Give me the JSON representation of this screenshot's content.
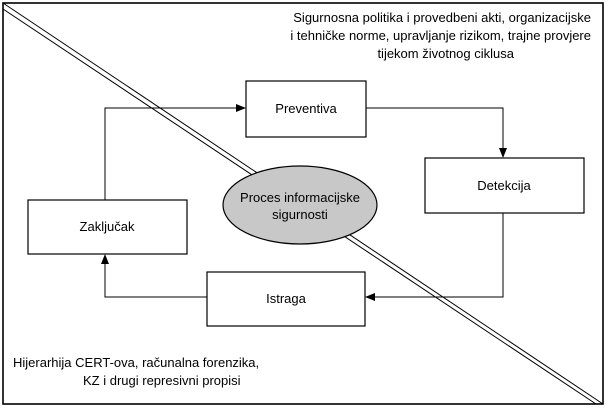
{
  "diagram": {
    "colors": {
      "line": "#000000",
      "background": "#ffffff",
      "center_fill": "#c8c8c8"
    },
    "top_caption": {
      "line1": "Sigurnosna politika i provedbeni akti, organizacijske",
      "line2": "i tehničke norme, upravljanje rizikom, trajne provjere",
      "line3": "tijekom životnog ciklusa"
    },
    "bottom_caption": {
      "line1": "Hijerarhija CERT-ova, računalna forenzika,",
      "line2": "KZ i drugi represivni propisi"
    },
    "center": {
      "line1": "Proces informacijske",
      "line2": "sigurnosti"
    },
    "nodes": {
      "preventiva": "Preventiva",
      "detekcija": "Detekcija",
      "istraga": "Istraga",
      "zakljucak": "Zaključak"
    }
  }
}
